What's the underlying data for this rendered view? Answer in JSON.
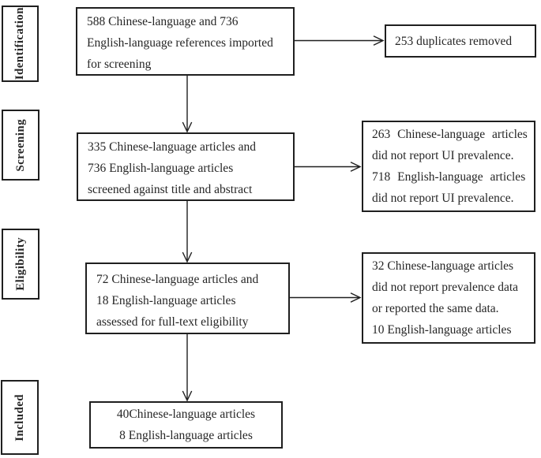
{
  "colors": {
    "border": "#1f1f1f",
    "text": "#262626",
    "background": "#ffffff"
  },
  "stages": [
    {
      "label": "Identification"
    },
    {
      "label": "Screening"
    },
    {
      "label": "Eligibility"
    },
    {
      "label": "Included"
    }
  ],
  "flow_boxes": [
    {
      "lines": [
        "588 Chinese-language and 736",
        "English-language references imported",
        "for screening"
      ]
    },
    {
      "lines": [
        "335 Chinese-language articles and",
        "736 English-language articles",
        "screened against title and abstract"
      ]
    },
    {
      "lines": [
        "72 Chinese-language articles and",
        "18 English-language articles",
        "assessed for full-text eligibility"
      ]
    },
    {
      "lines": [
        "40Chinese-language articles",
        "8 English-language articles"
      ]
    }
  ],
  "exclusion_boxes": [
    {
      "lines": [
        "253 duplicates removed"
      ]
    },
    {
      "lines": [
        "263 Chinese-language articles",
        "did not report UI prevalence.",
        "718 English-language articles",
        "did not report UI prevalence."
      ]
    },
    {
      "lines": [
        "32 Chinese-language articles",
        "did not report prevalence data",
        "or reported the same data.",
        "10 English-language articles"
      ]
    }
  ]
}
